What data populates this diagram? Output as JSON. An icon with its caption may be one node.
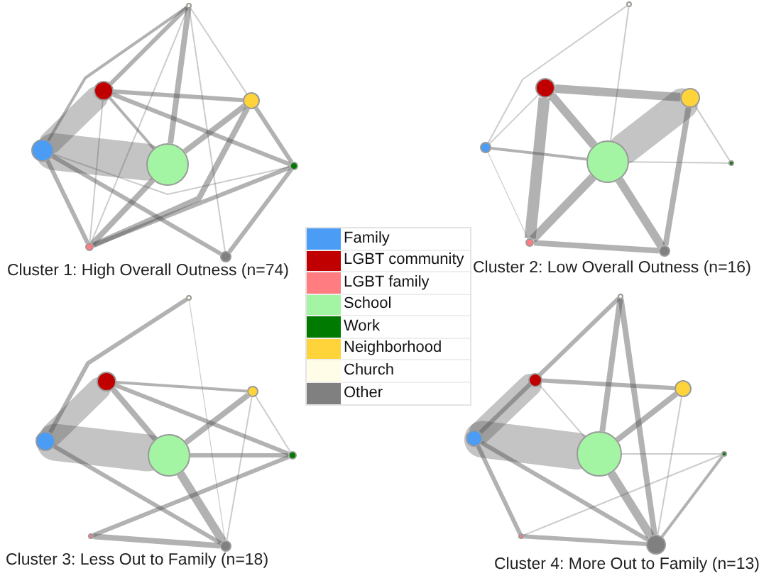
{
  "diagram": {
    "nodes": [
      {
        "text": [],
        "shape": "circle"
      },
      {
        "text": [],
        "shape": "circle"
      },
      {
        "text": [],
        "shape": "circle"
      },
      {
        "text": [],
        "shape": "circle"
      },
      {
        "text": [],
        "shape": "circle"
      },
      {
        "text": [],
        "shape": "circle"
      },
      {
        "text": [],
        "shape": "circle"
      },
      {
        "text": [],
        "shape": "circle"
      },
      {
        "text": [],
        "shape": "circle"
      },
      {
        "text": [],
        "shape": "circle"
      },
      {
        "text": [],
        "shape": "circle"
      },
      {
        "text": [],
        "shape": "circle"
      },
      {
        "text": [],
        "shape": "circle"
      },
      {
        "text": [],
        "shape": "circle"
      },
      {
        "text": [],
        "shape": "circle"
      },
      {
        "text": [],
        "shape": "circle"
      },
      {
        "text": [],
        "shape": "circle"
      },
      {
        "text": [],
        "shape": "circle"
      },
      {
        "text": [],
        "shape": "circle"
      },
      {
        "text": [],
        "shape": "circle"
      },
      {
        "text": [],
        "shape": "circle"
      },
      {
        "text": [],
        "shape": "circle"
      },
      {
        "text": [],
        "shape": "circle"
      },
      {
        "text": [],
        "shape": "circle"
      },
      {
        "text": [],
        "shape": "circle"
      },
      {
        "text": [],
        "shape": "circle"
      },
      {
        "text": [],
        "shape": "circle"
      },
      {
        "text": [],
        "shape": "circle"
      },
      {
        "text": [],
        "shape": "circle"
      },
      {
        "text": [],
        "shape": "circle"
      },
      {
        "text": [],
        "shape": "circle"
      },
      {
        "text": [],
        "shape": "circle"
      }
    ],
    "edges": [
      {
        "from": 3,
        "to": 4,
        "arrow": "none",
        "style": "thick"
      },
      {
        "from": 3,
        "to": 1,
        "arrow": "none",
        "style": "thick"
      },
      {
        "from": 0,
        "to": 4,
        "arrow": "none"
      },
      {
        "from": 0,
        "to": 1,
        "arrow": "none"
      },
      {
        "from": 0,
        "to": 3,
        "arrow": "none"
      },
      {
        "from": 0,
        "to": 2,
        "arrow": "none"
      },
      {
        "from": 0,
        "to": 7,
        "arrow": "none"
      },
      {
        "from": 0,
        "to": 6,
        "arrow": "none"
      },
      {
        "from": 6,
        "to": 2,
        "arrow": "none"
      },
      {
        "from": 6,
        "to": 4,
        "arrow": "none"
      },
      {
        "from": 1,
        "to": 2,
        "arrow": "none"
      },
      {
        "from": 1,
        "to": 5,
        "arrow": "none"
      },
      {
        "from": 1,
        "to": 4,
        "arrow": "none"
      },
      {
        "from": 3,
        "to": 6,
        "arrow": "none"
      },
      {
        "from": 3,
        "to": 7,
        "arrow": "none"
      },
      {
        "from": 3,
        "to": 5,
        "arrow": "none"
      },
      {
        "from": 2,
        "to": 5,
        "arrow": "none"
      },
      {
        "from": 7,
        "to": 5,
        "arrow": "none"
      },
      {
        "from": 6,
        "to": 5,
        "arrow": "none"
      },
      {
        "from": 4,
        "to": 2,
        "arrow": "none"
      },
      {
        "from": 1,
        "to": 6,
        "arrow": "none"
      },
      {
        "from": 12,
        "to": 10,
        "arrow": "none",
        "style": "thick"
      },
      {
        "from": 9,
        "to": 14,
        "arrow": "none",
        "style": "thick"
      },
      {
        "from": 9,
        "to": 12,
        "arrow": "none",
        "style": "thick"
      },
      {
        "from": 12,
        "to": 14,
        "arrow": "none",
        "style": "thick"
      },
      {
        "from": 12,
        "to": 15,
        "arrow": "none",
        "style": "thick"
      },
      {
        "from": 9,
        "to": 10,
        "arrow": "none",
        "style": "thick"
      },
      {
        "from": 14,
        "to": 15,
        "arrow": "none"
      },
      {
        "from": 10,
        "to": 15,
        "arrow": "none"
      },
      {
        "from": 11,
        "to": 12,
        "arrow": "none"
      },
      {
        "from": 11,
        "to": 9,
        "arrow": "none"
      },
      {
        "from": 8,
        "to": 11,
        "arrow": "none"
      },
      {
        "from": 8,
        "to": 12,
        "arrow": "none"
      },
      {
        "from": 10,
        "to": 13,
        "arrow": "none"
      },
      {
        "from": 12,
        "to": 13,
        "arrow": "none"
      },
      {
        "from": 11,
        "to": 14,
        "arrow": "none"
      },
      {
        "from": 19,
        "to": 20,
        "arrow": "none",
        "style": "thick"
      },
      {
        "from": 19,
        "to": 17,
        "arrow": "none",
        "style": "thick"
      },
      {
        "from": 16,
        "to": 19,
        "arrow": "none"
      },
      {
        "from": 17,
        "to": 20,
        "arrow": "none"
      },
      {
        "from": 20,
        "to": 23,
        "arrow": "none",
        "style": "thick"
      },
      {
        "from": 20,
        "to": 18,
        "arrow": "none"
      },
      {
        "from": 17,
        "to": 18,
        "arrow": "none"
      },
      {
        "from": 17,
        "to": 21,
        "arrow": "none"
      },
      {
        "from": 19,
        "to": 23,
        "arrow": "none"
      },
      {
        "from": 22,
        "to": 23,
        "arrow": "none"
      },
      {
        "from": 22,
        "to": 21,
        "arrow": "none"
      },
      {
        "from": 20,
        "to": 21,
        "arrow": "none"
      },
      {
        "from": 18,
        "to": 23,
        "arrow": "none"
      },
      {
        "from": 18,
        "to": 21,
        "arrow": "none"
      },
      {
        "from": 16,
        "to": 23,
        "arrow": "none"
      },
      {
        "from": 27,
        "to": 28,
        "arrow": "none",
        "style": "thick"
      },
      {
        "from": 27,
        "to": 25,
        "arrow": "none",
        "style": "thick"
      },
      {
        "from": 24,
        "to": 27,
        "arrow": "none"
      },
      {
        "from": 24,
        "to": 28,
        "arrow": "none"
      },
      {
        "from": 24,
        "to": 31,
        "arrow": "none"
      },
      {
        "from": 25,
        "to": 26,
        "arrow": "none"
      },
      {
        "from": 28,
        "to": 26,
        "arrow": "none"
      },
      {
        "from": 28,
        "to": 31,
        "arrow": "none",
        "style": "thick"
      },
      {
        "from": 27,
        "to": 31,
        "arrow": "none"
      },
      {
        "from": 27,
        "to": 30,
        "arrow": "none"
      },
      {
        "from": 30,
        "to": 31,
        "arrow": "none"
      },
      {
        "from": 25,
        "to": 28,
        "arrow": "none"
      },
      {
        "from": 31,
        "to": 29,
        "arrow": "none"
      },
      {
        "from": 30,
        "to": 29,
        "arrow": "none"
      },
      {
        "from": 26,
        "to": 31,
        "arrow": "none"
      },
      {
        "from": 28,
        "to": 29,
        "arrow": "none"
      }
    ],
    "labels": [
      "Cluster 1: High Overall Outness (n=74)",
      "Cluster 2: Low Overall Outness (n=16)",
      "Cluster 3: Less Out to Family (n=18)",
      "Cluster 4: More Out to Family (n=13)"
    ],
    "legend": [
      {
        "text": "Family",
        "color": "#4a9cf5"
      },
      {
        "text": "LGBT community",
        "color": "#c00000"
      },
      {
        "text": "LGBT family",
        "color": "#ff7c80"
      },
      {
        "text": "School",
        "color": "#a3f5a3"
      },
      {
        "text": "Work",
        "color": "#007a00"
      },
      {
        "text": "Neighborhood",
        "color": "#ffd43b"
      },
      {
        "text": "Church",
        "color": "#fffde8"
      },
      {
        "text": "Other",
        "color": "#808080"
      }
    ]
  }
}
